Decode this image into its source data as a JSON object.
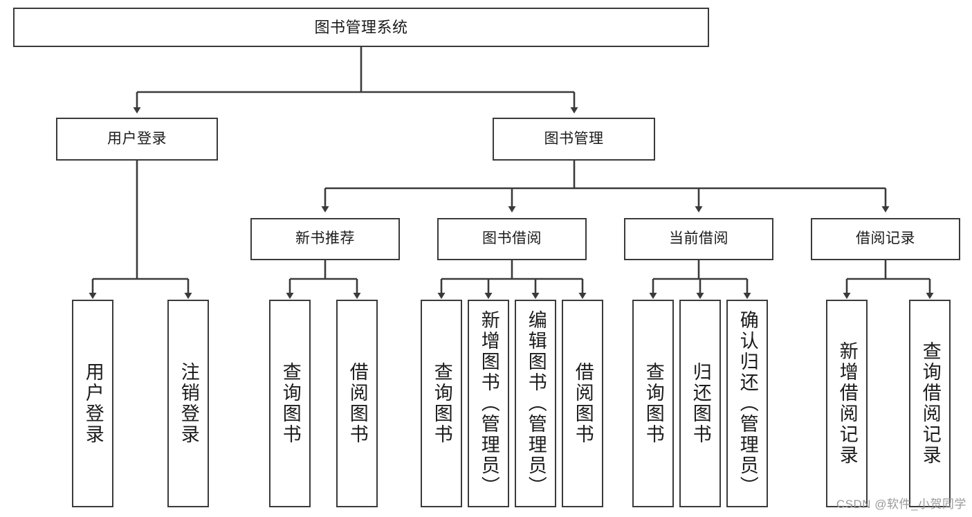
{
  "diagram": {
    "title": "图书管理系统",
    "type": "tree-hierarchy-diagram",
    "watermark": "CSDN @软件_小贺同学",
    "colors": {
      "box_border": "#3a3a3a",
      "box_fill": "#ffffff",
      "connector": "#3a3a3a",
      "text": "#1b1b1b",
      "watermark": "#9a9a9a"
    },
    "levels": {
      "root": {
        "label": "图书管理系统"
      },
      "level2": [
        {
          "label": "用户登录"
        },
        {
          "label": "图书管理"
        }
      ],
      "level3": [
        {
          "label": "新书推荐"
        },
        {
          "label": "图书借阅"
        },
        {
          "label": "当前借阅"
        },
        {
          "label": "借阅记录"
        }
      ],
      "leaves": {
        "user_login": [
          {
            "label": "用户登录"
          },
          {
            "label": "注销登录"
          }
        ],
        "new_book_recommend": [
          {
            "label": "查询图书"
          },
          {
            "label": "借阅图书"
          }
        ],
        "book_borrow": [
          {
            "label": "查询图书"
          },
          {
            "label": "新增图书（管理员）"
          },
          {
            "label": "编辑图书（管理员）"
          },
          {
            "label": "借阅图书"
          }
        ],
        "current_borrow": [
          {
            "label": "查询图书"
          },
          {
            "label": "归还图书"
          },
          {
            "label": "确认归还（管理员）"
          }
        ],
        "borrow_record": [
          {
            "label": "新增借阅记录"
          },
          {
            "label": "查询借阅记录"
          }
        ]
      }
    }
  }
}
